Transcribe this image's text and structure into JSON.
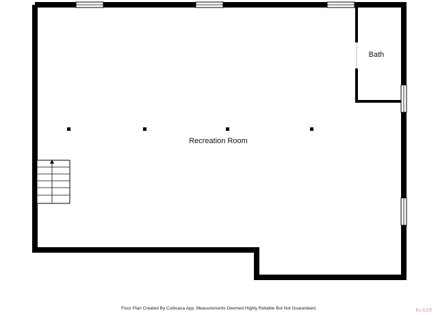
{
  "plan": {
    "rooms": [
      {
        "id": "recreation-room",
        "label": "Recreation Room"
      },
      {
        "id": "bath",
        "label": "Bath"
      }
    ],
    "footer_text": "Floor Plan Created By Cubicasa App. Measurements Deemed Highly Reliable But Not Guaranteed.",
    "watermark_text": "BLAZE",
    "colors": {
      "wall": "#000000",
      "window": "#ffffff",
      "background": "#ffffff"
    }
  }
}
